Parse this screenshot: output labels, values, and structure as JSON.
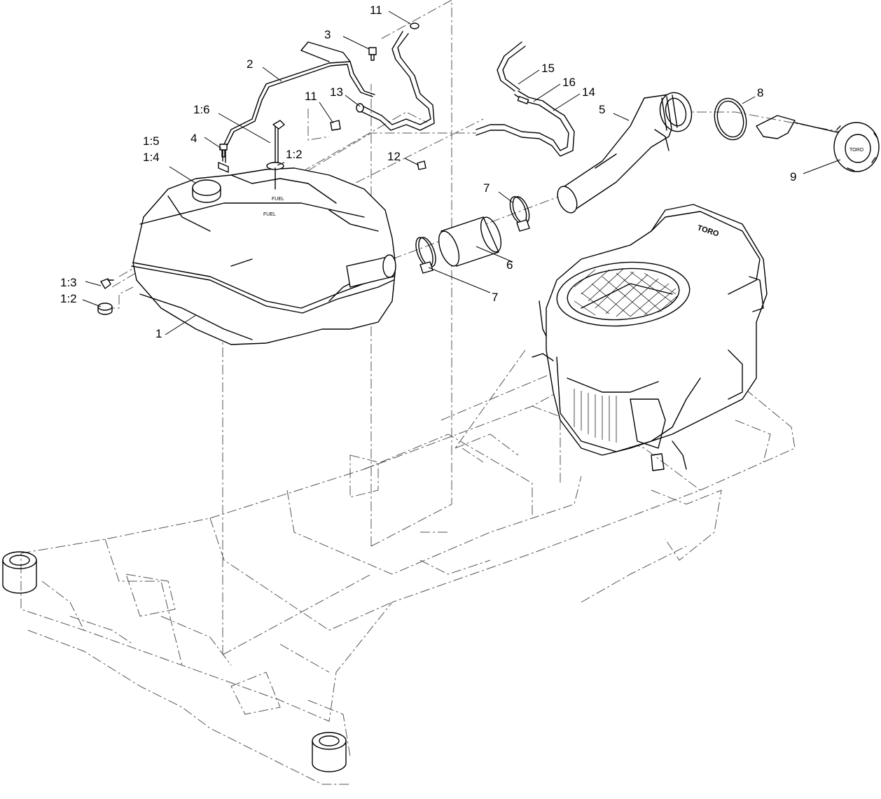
{
  "callouts": {
    "c11a": "11",
    "c3": "3",
    "c2": "2",
    "c11b": "11",
    "c13": "13",
    "c16a": "1:6",
    "c4": "4",
    "c12a": "1:2",
    "c15a": "1:5",
    "c14a": "1:4",
    "c12": "12",
    "c13a": "1:3",
    "c12b": "1:2",
    "c1": "1",
    "c15": "15",
    "c16": "16",
    "c14": "14",
    "c5": "5",
    "c8": "8",
    "c9": "9",
    "c7a": "7",
    "c6": "6",
    "c7b": "7"
  },
  "engine_logo": "TORO",
  "cap_logo": "TORO"
}
